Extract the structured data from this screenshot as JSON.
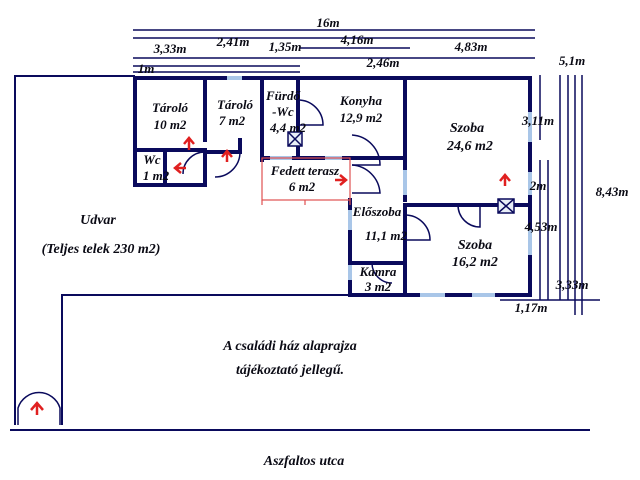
{
  "dimensions": {
    "total_width": "16m",
    "d_333": "3,33m",
    "d_241": "2,41m",
    "d_135": "1,35m",
    "d_416": "4,16m",
    "d_483": "4,83m",
    "d_246": "2,46m",
    "d_1m": "1m",
    "d_51": "5,1m",
    "d_311": "3,11m",
    "d_2m": "2m",
    "d_843": "8,43m",
    "d_453": "4,53m",
    "d_333b": "3,33m",
    "d_117": "1,17m"
  },
  "rooms": {
    "taroló1_name": "Tároló",
    "taroló1_area": "10 m2",
    "taroló2_name": "Tároló",
    "taroló2_area": "7 m2",
    "furdo_name": "Fürdő",
    "furdo_name2": "-Wc",
    "furdo_area": "4,4 m2",
    "konyha_name": "Konyha",
    "konyha_area": "12,9 m2",
    "szoba1_name": "Szoba",
    "szoba1_area": "24,6 m2",
    "wc_name": "Wc",
    "wc_area": "1 m2",
    "terasz_name": "Fedett terasz",
    "terasz_area": "6 m2",
    "eloszoba_name": "Előszoba",
    "eloszoba_area": "11,1 m2",
    "szoba2_name": "Szoba",
    "szoba2_area": "16,2 m2",
    "kamra_name": "Kamra",
    "kamra_area": "3 m2"
  },
  "yard": {
    "name": "Udvar",
    "note": "(Teljes telek 230 m2)"
  },
  "caption": {
    "line1": "A családi ház alaprajza",
    "line2": "tájékoztató jellegű."
  },
  "street": "Aszfaltos utca",
  "colors": {
    "wall": "#0a0a5c",
    "window": "#a9c6e8",
    "arrow": "#e02020",
    "terrace": "#e05050"
  }
}
